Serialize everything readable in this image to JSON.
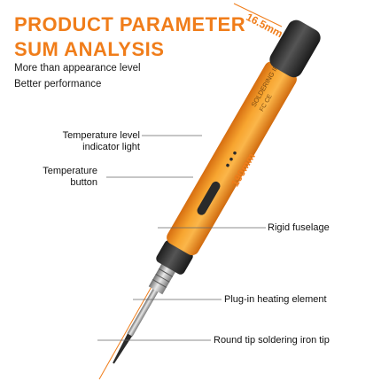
{
  "title": {
    "line1": "PRODUCT PARAMETER",
    "line2": "SUM ANALYSIS"
  },
  "subtitle": {
    "line1": "More than appearance level",
    "line2": "Better performance"
  },
  "product": {
    "engraving_line1": "SOLDERING IRON",
    "engraving_line2": "FC CE"
  },
  "dimensions": {
    "diameter": "16.5mm",
    "length": "190mm"
  },
  "callouts": {
    "temp_indicator_line1": "Temperature level",
    "temp_indicator_line2": "indicator light",
    "temp_button_line1": "Temperature",
    "temp_button_line2": "button",
    "rigid_fuselage": "Rigid fuselage",
    "heating_element": "Plug-in heating element",
    "tip": "Round tip soldering iron tip"
  },
  "colors": {
    "accent": "#f07d1a",
    "body": "#f39a1e",
    "cap": "#2e2e2e"
  }
}
